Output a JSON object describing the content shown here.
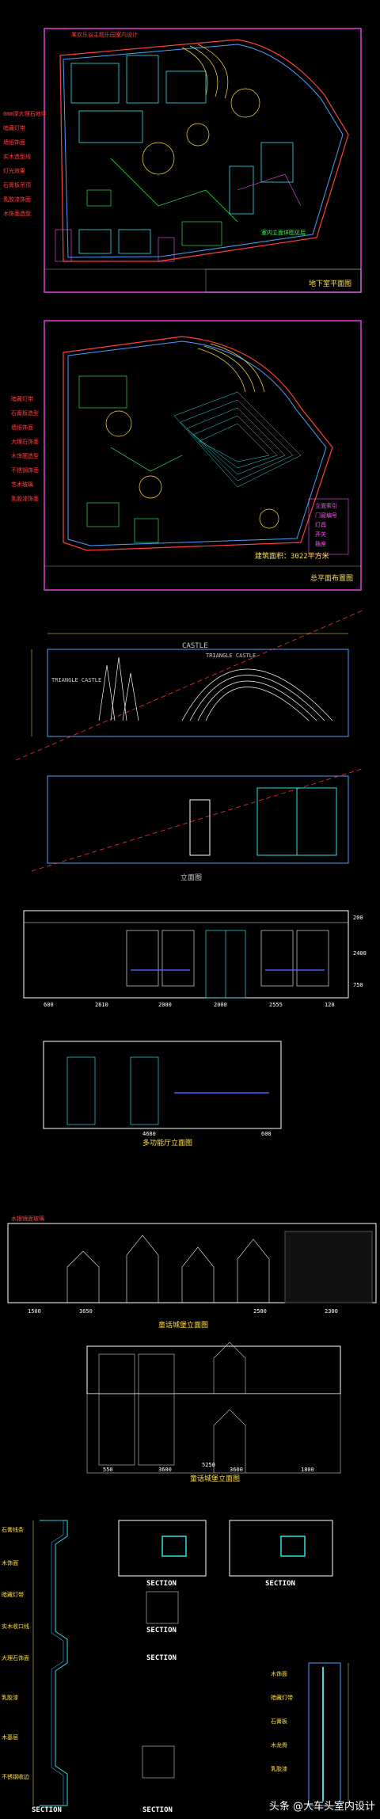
{
  "plans": {
    "plan1": {
      "title": "地下室平面图",
      "side_labels": [
        "0mm厚大理石地坪",
        "暗藏灯带",
        "墙纸饰面",
        "实木造型线",
        "灯光效果",
        "石膏板吊顶",
        "乳胶漆饰面",
        "木饰面造型"
      ],
      "notes": [
        "某欢乐谷主题乐园室内设计",
        "室内立面详图见后"
      ]
    },
    "plan2": {
      "title": "总平面布置图",
      "area_text": "建筑面积：3022平方米",
      "side_labels": [
        "暗藏灯带",
        "石膏板造型",
        "墙纸饰面",
        "大理石饰面",
        "木饰面造型",
        "不锈钢饰面",
        "艺术玻璃",
        "乳胶漆饰面"
      ],
      "legend_items": [
        "立面索引",
        "门窗编号",
        "灯具",
        "开关",
        "插座"
      ]
    }
  },
  "elevations": {
    "e1": {
      "sign_top": "CASTLE",
      "sign_left": "TRIANGLE CASTLE",
      "sign_right": "TRIANGLE CASTLE"
    },
    "e2": {
      "title": "立面图"
    },
    "e3": {
      "dims": [
        "600",
        "2610",
        "2000",
        "2000",
        "2555",
        "120"
      ],
      "height_dims": [
        "200",
        "2400",
        "750"
      ]
    },
    "e4": {
      "title": "多功能厅立面图",
      "dims": [
        "4680",
        "600"
      ]
    },
    "e5": {
      "title": "童话城堡立面图",
      "label": "水银镜面玻璃",
      "dims": [
        "1500",
        "3650",
        "2500",
        "2300"
      ]
    },
    "e6": {
      "title": "童话城堡立面图",
      "dims": [
        "5250",
        "550",
        "3600",
        "3600",
        "1800"
      ]
    }
  },
  "sections": {
    "titles": [
      "SECTION",
      "SECTION",
      "SECTION",
      "SECTION",
      "SECTION",
      "SECTION"
    ],
    "left_labels": [
      "石膏线条",
      "木饰面",
      "暗藏灯带",
      "实木收口线",
      "大理石饰面",
      "乳胶漆",
      "木基层",
      "不锈钢收边"
    ],
    "right_labels": [
      "木饰面",
      "暗藏灯带",
      "石膏板",
      "木龙骨",
      "乳胶漆"
    ]
  },
  "watermark": "头条 @大车头室内设计"
}
